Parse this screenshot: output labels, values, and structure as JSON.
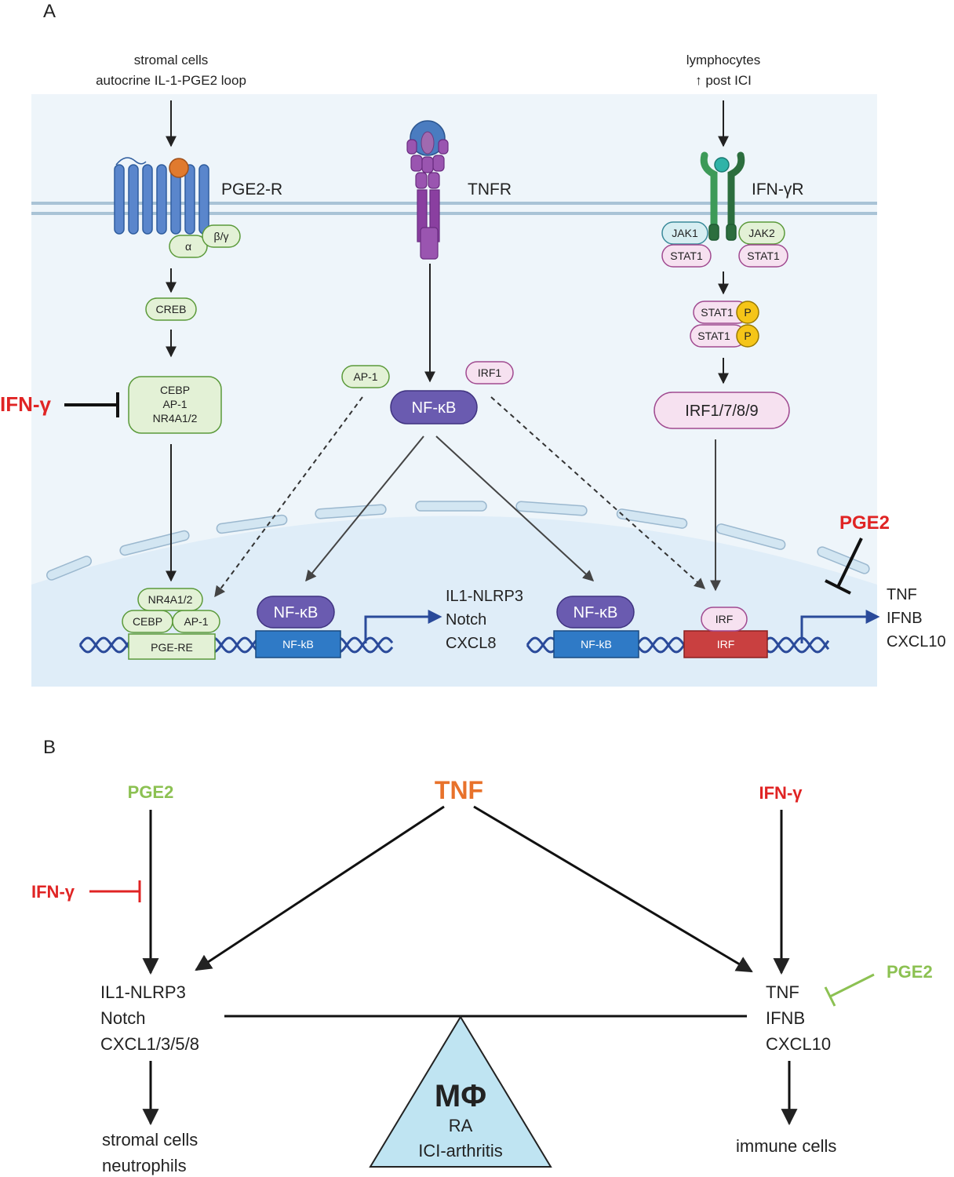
{
  "panel_a": {
    "label": "A",
    "stromal_line1": "stromal cells",
    "stromal_line2": "autocrine IL-1-PGE2 loop",
    "lymph_line1": "lymphocytes",
    "lymph_line2": "↑ post ICI",
    "pge2r": "PGE2-R",
    "tnfr": "TNFR",
    "ifngr": "IFN-γR",
    "alpha": "α",
    "betagamma": "β/γ",
    "creb": "CREB",
    "cebp_box": [
      "CEBP",
      "AP-1",
      "NR4A1/2"
    ],
    "ifng_inhibitor": "IFN-γ",
    "ap1": "AP-1",
    "irf1": "IRF1",
    "nfkb_cyto": "NF-κB",
    "jak1": "JAK1",
    "jak2": "JAK2",
    "stat1": "STAT1",
    "p": "P",
    "irf_family": "IRF1/7/8/9",
    "pge2_inhibitor": "PGE2",
    "nr4a": "NR4A1/2",
    "cebp": "CEBP",
    "pge_re": "PGE-RE",
    "nfkb_nuc": "NF-κB",
    "nfkb_site": "NF-kB",
    "irf": "IRF",
    "genes_left": [
      "IL1-NLRP3",
      "Notch",
      "CXCL8"
    ],
    "genes_right": [
      "TNF",
      "IFNB",
      "CXCL10"
    ]
  },
  "panel_b": {
    "label": "B",
    "pge2_top": "PGE2",
    "tnf": "TNF",
    "ifng_top": "IFN-γ",
    "ifng_inhibitor": "IFN-γ",
    "pge2_inhibitor": "PGE2",
    "left_genes": [
      "IL1-NLRP3",
      "Notch",
      "CXCL1/3/5/8"
    ],
    "right_genes": [
      "TNF",
      "IFNB",
      "CXCL10"
    ],
    "left_out": [
      "stromal cells",
      "neutrophils"
    ],
    "right_out": "immune cells",
    "mphi": "MΦ",
    "ra": "RA",
    "ici": "ICI-arthritis"
  },
  "colors": {
    "red": "#e02424",
    "green": "#8cc152",
    "orange": "#e8722b",
    "receptor_blue": "#4a78c0",
    "tnfr_purple": "#8e4aa0",
    "ifngr_green": "#2e7d43",
    "nfkb_purple": "#6a5bb0",
    "dna_blue": "#2a4a9a",
    "irf_red": "#c94040",
    "triangle_fill": "#bfe4f2"
  }
}
